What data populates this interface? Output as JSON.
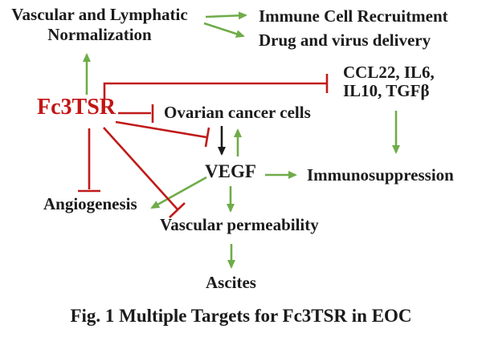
{
  "diagram": {
    "nodes": {
      "vln": {
        "line1": "Vascular and Lymphatic",
        "line2": "Normalization"
      },
      "immune_cell_recruitment": {
        "label": "Immune Cell Recruitment"
      },
      "drug_virus_delivery": {
        "label": "Drug and virus delivery"
      },
      "cytokines": {
        "line1": "CCL22, IL6,",
        "line2": "IL10, TGFβ"
      },
      "fc3tsr": {
        "label": "Fc3TSR"
      },
      "ovarian_cancer_cells": {
        "label": "Ovarian cancer cells"
      },
      "vegf": {
        "label": "VEGF"
      },
      "immunosuppression": {
        "label": "Immunosuppression"
      },
      "angiogenesis": {
        "label": "Angiogenesis"
      },
      "vascular_permeability": {
        "label": "Vascular permeability"
      },
      "ascites": {
        "label": "Ascites"
      }
    },
    "caption": "Fig. 1 Multiple Targets for Fc3TSR in EOC",
    "colors": {
      "activation_green": "#6fac49",
      "inhibition_red": "#c01a1a",
      "fc3tsr_red": "#c41414",
      "text_black": "#1b1b1b",
      "background": "#ffffff"
    },
    "edges": [
      {
        "from": "Fc3TSR",
        "to": "Vascular and Lymphatic Normalization",
        "type": "activation"
      },
      {
        "from": "Vascular and Lymphatic Normalization",
        "to": "Immune Cell Recruitment",
        "type": "activation"
      },
      {
        "from": "Vascular and Lymphatic Normalization",
        "to": "Drug and virus delivery",
        "type": "activation"
      },
      {
        "from": "Fc3TSR",
        "to": "CCL22, IL6, IL10, TGFβ",
        "type": "inhibition"
      },
      {
        "from": "Fc3TSR",
        "to": "Ovarian cancer cells",
        "type": "inhibition"
      },
      {
        "from": "Fc3TSR",
        "to": "VEGF",
        "type": "inhibition"
      },
      {
        "from": "Fc3TSR",
        "to": "Angiogenesis",
        "type": "inhibition"
      },
      {
        "from": "Fc3TSR",
        "to": "Vascular permeability",
        "type": "inhibition"
      },
      {
        "from": "Ovarian cancer cells",
        "to": "VEGF",
        "type": "production"
      },
      {
        "from": "VEGF",
        "to": "Ovarian cancer cells",
        "type": "activation"
      },
      {
        "from": "CCL22, IL6, IL10, TGFβ",
        "to": "Immunosuppression",
        "type": "activation"
      },
      {
        "from": "VEGF",
        "to": "Immunosuppression",
        "type": "activation"
      },
      {
        "from": "VEGF",
        "to": "Angiogenesis",
        "type": "activation"
      },
      {
        "from": "VEGF",
        "to": "Vascular permeability",
        "type": "activation"
      },
      {
        "from": "Vascular permeability",
        "to": "Ascites",
        "type": "activation"
      }
    ]
  }
}
